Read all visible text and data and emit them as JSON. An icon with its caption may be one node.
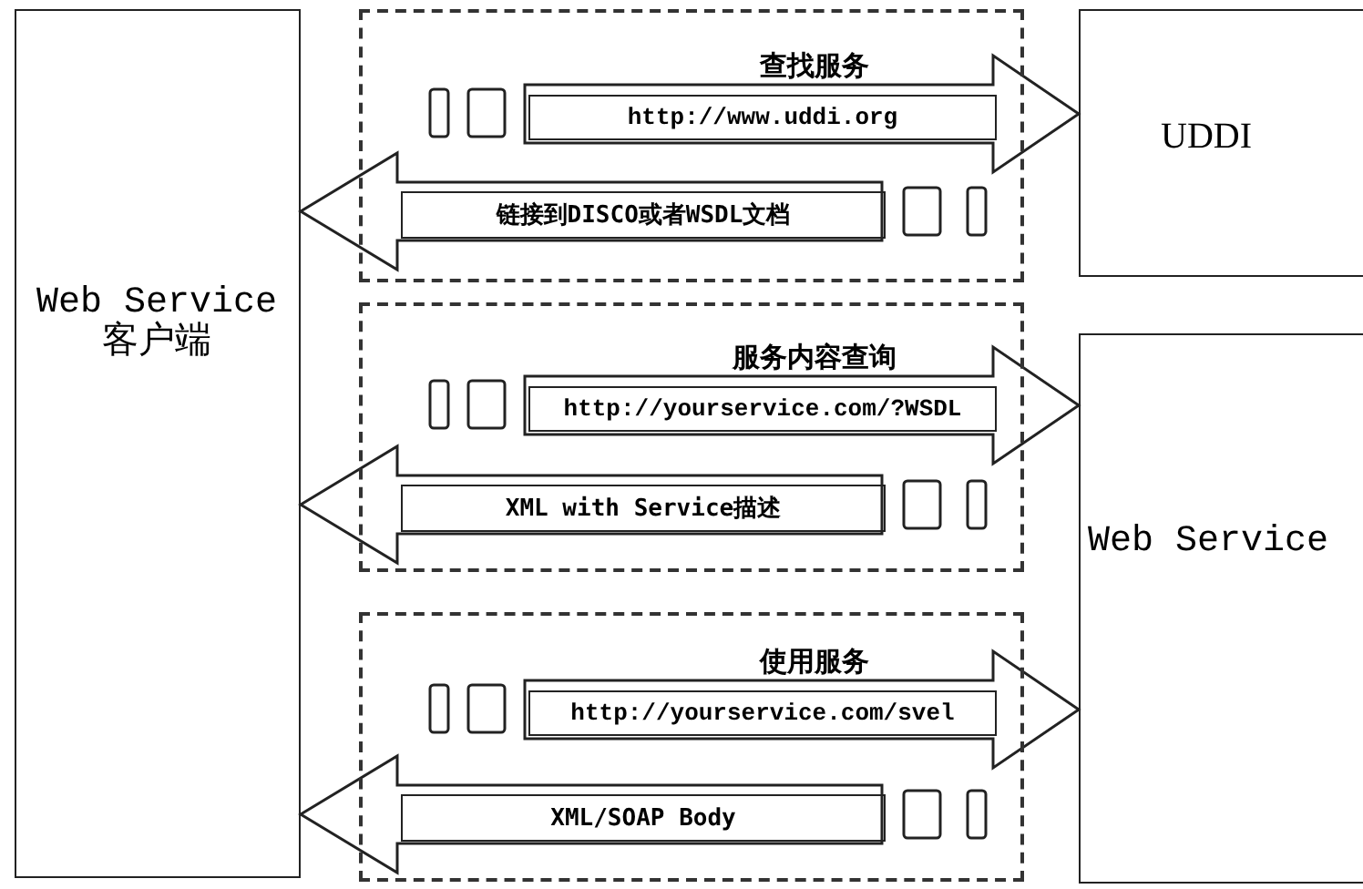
{
  "diagram": {
    "nodes": [
      {
        "text": [
          "Web Service 客户端"
        ]
      },
      {
        "text": [],
        "shape": "box"
      },
      {
        "text": [
          "http://www.uddi.org"
        ],
        "in": 1
      },
      {
        "text": [
          "链接到DISCO或者WSDL文档"
        ],
        "in": 1
      },
      {
        "text": [],
        "shape": "box"
      },
      {
        "text": [
          "http://yourservice.com/?WSDL"
        ],
        "in": 4
      },
      {
        "text": [
          "XML with Service描述"
        ],
        "in": 4
      },
      {
        "text": [],
        "shape": "box"
      },
      {
        "text": [
          "http://yourservice.com/svel"
        ],
        "in": 7
      },
      {
        "text": [
          "XML/SOAP Body"
        ],
        "in": 7
      },
      {
        "text": [
          "UDDI"
        ]
      },
      {
        "text": [
          "Web Service"
        ]
      }
    ],
    "edges": [
      {
        "from": 2,
        "to": 10,
        "arrow": "to",
        "label": "查找服务"
      },
      {
        "from": 3,
        "to": 0,
        "arrow": "to"
      },
      {
        "from": 5,
        "to": 11,
        "arrow": "to",
        "label": "服务内容查询"
      },
      {
        "from": 6,
        "to": 0,
        "arrow": "to"
      },
      {
        "from": 8,
        "to": 11,
        "arrow": "to",
        "label": "使用服务"
      },
      {
        "from": 9,
        "to": 0,
        "arrow": "to"
      }
    ]
  }
}
